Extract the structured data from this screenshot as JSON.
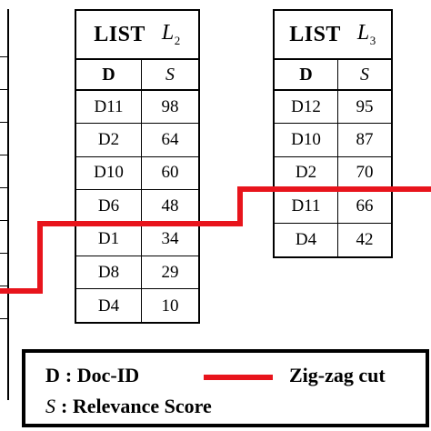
{
  "lists": [
    {
      "title": "LIST",
      "symbol": "L",
      "subscript": "2",
      "col_doc": "D",
      "col_score": "S",
      "rows": [
        {
          "doc": "D11",
          "score": "98"
        },
        {
          "doc": "D2",
          "score": "64"
        },
        {
          "doc": "D10",
          "score": "60"
        },
        {
          "doc": "D6",
          "score": "48"
        },
        {
          "doc": "D1",
          "score": "34"
        },
        {
          "doc": "D8",
          "score": "29"
        },
        {
          "doc": "D4",
          "score": "10"
        }
      ]
    },
    {
      "title": "LIST",
      "symbol": "L",
      "subscript": "3",
      "col_doc": "D",
      "col_score": "S",
      "rows": [
        {
          "doc": "D12",
          "score": "95"
        },
        {
          "doc": "D10",
          "score": "87"
        },
        {
          "doc": "D2",
          "score": "70"
        },
        {
          "doc": "D11",
          "score": "66"
        },
        {
          "doc": "D4",
          "score": "42"
        }
      ]
    }
  ],
  "legend": {
    "doc_key": "D",
    "doc_text": ": Doc-ID",
    "score_key": "S",
    "score_text": ": Relevance Score",
    "cut_label": "Zig-zag cut"
  },
  "colors": {
    "cut": "#e8141c"
  }
}
